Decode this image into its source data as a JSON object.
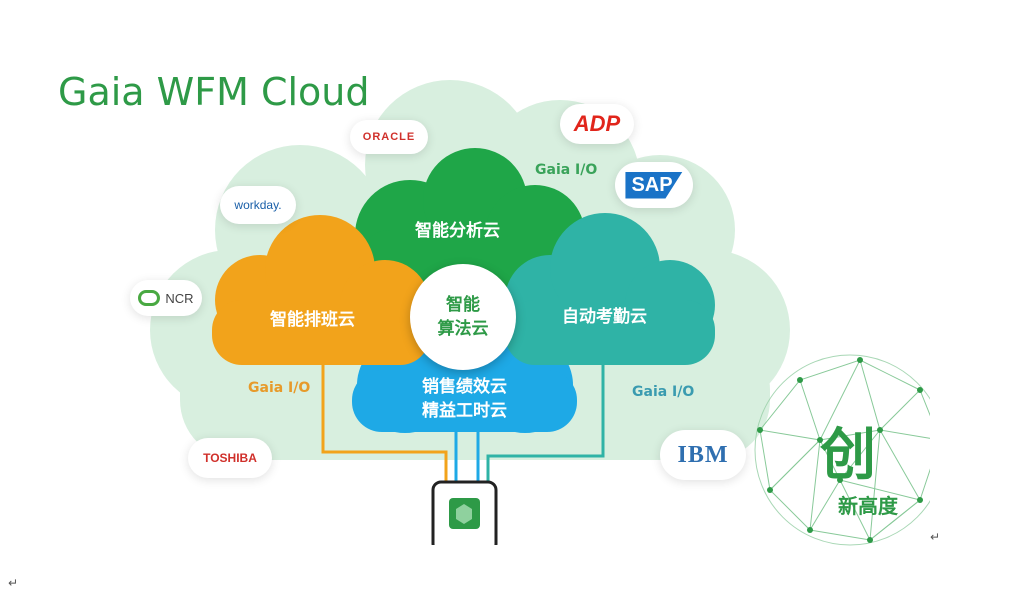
{
  "title": "Gaia WFM Cloud",
  "clouds": {
    "analytics": "智能分析云",
    "scheduling": "智能排班云",
    "attendance": "自动考勤云",
    "sales_line1": "销售绩效云",
    "sales_line2": "精益工时云",
    "center_line1": "智能",
    "center_line2": "算法云"
  },
  "io_labels": {
    "top": "Gaia I/O",
    "left": "Gaia I/O",
    "right": "Gaia I/O"
  },
  "logos": {
    "oracle": "ORACLE",
    "adp": "ADP",
    "sap": "SAP",
    "workday": "workday.",
    "ncr": "NCR",
    "toshiba": "TOSHIBA",
    "ibm": "IBM"
  },
  "seal": {
    "big": "创",
    "small": "新高度"
  },
  "return_mark": "↵",
  "colors": {
    "title_green": "#2e9a47",
    "bg_cloud": "#d8efdf",
    "analytics": "#1fa648",
    "scheduling": "#f2a31b",
    "attendance": "#2fb3a6",
    "sales": "#1ea9e6",
    "io_orange": "#e79a2a",
    "io_green": "#3aa35a",
    "io_teal": "#3a9bb0",
    "oracle_red": "#d0302b",
    "adp_red": "#e1251b",
    "sap_blue": "#1a73c7",
    "ibm_blue": "#2f6fb0"
  }
}
